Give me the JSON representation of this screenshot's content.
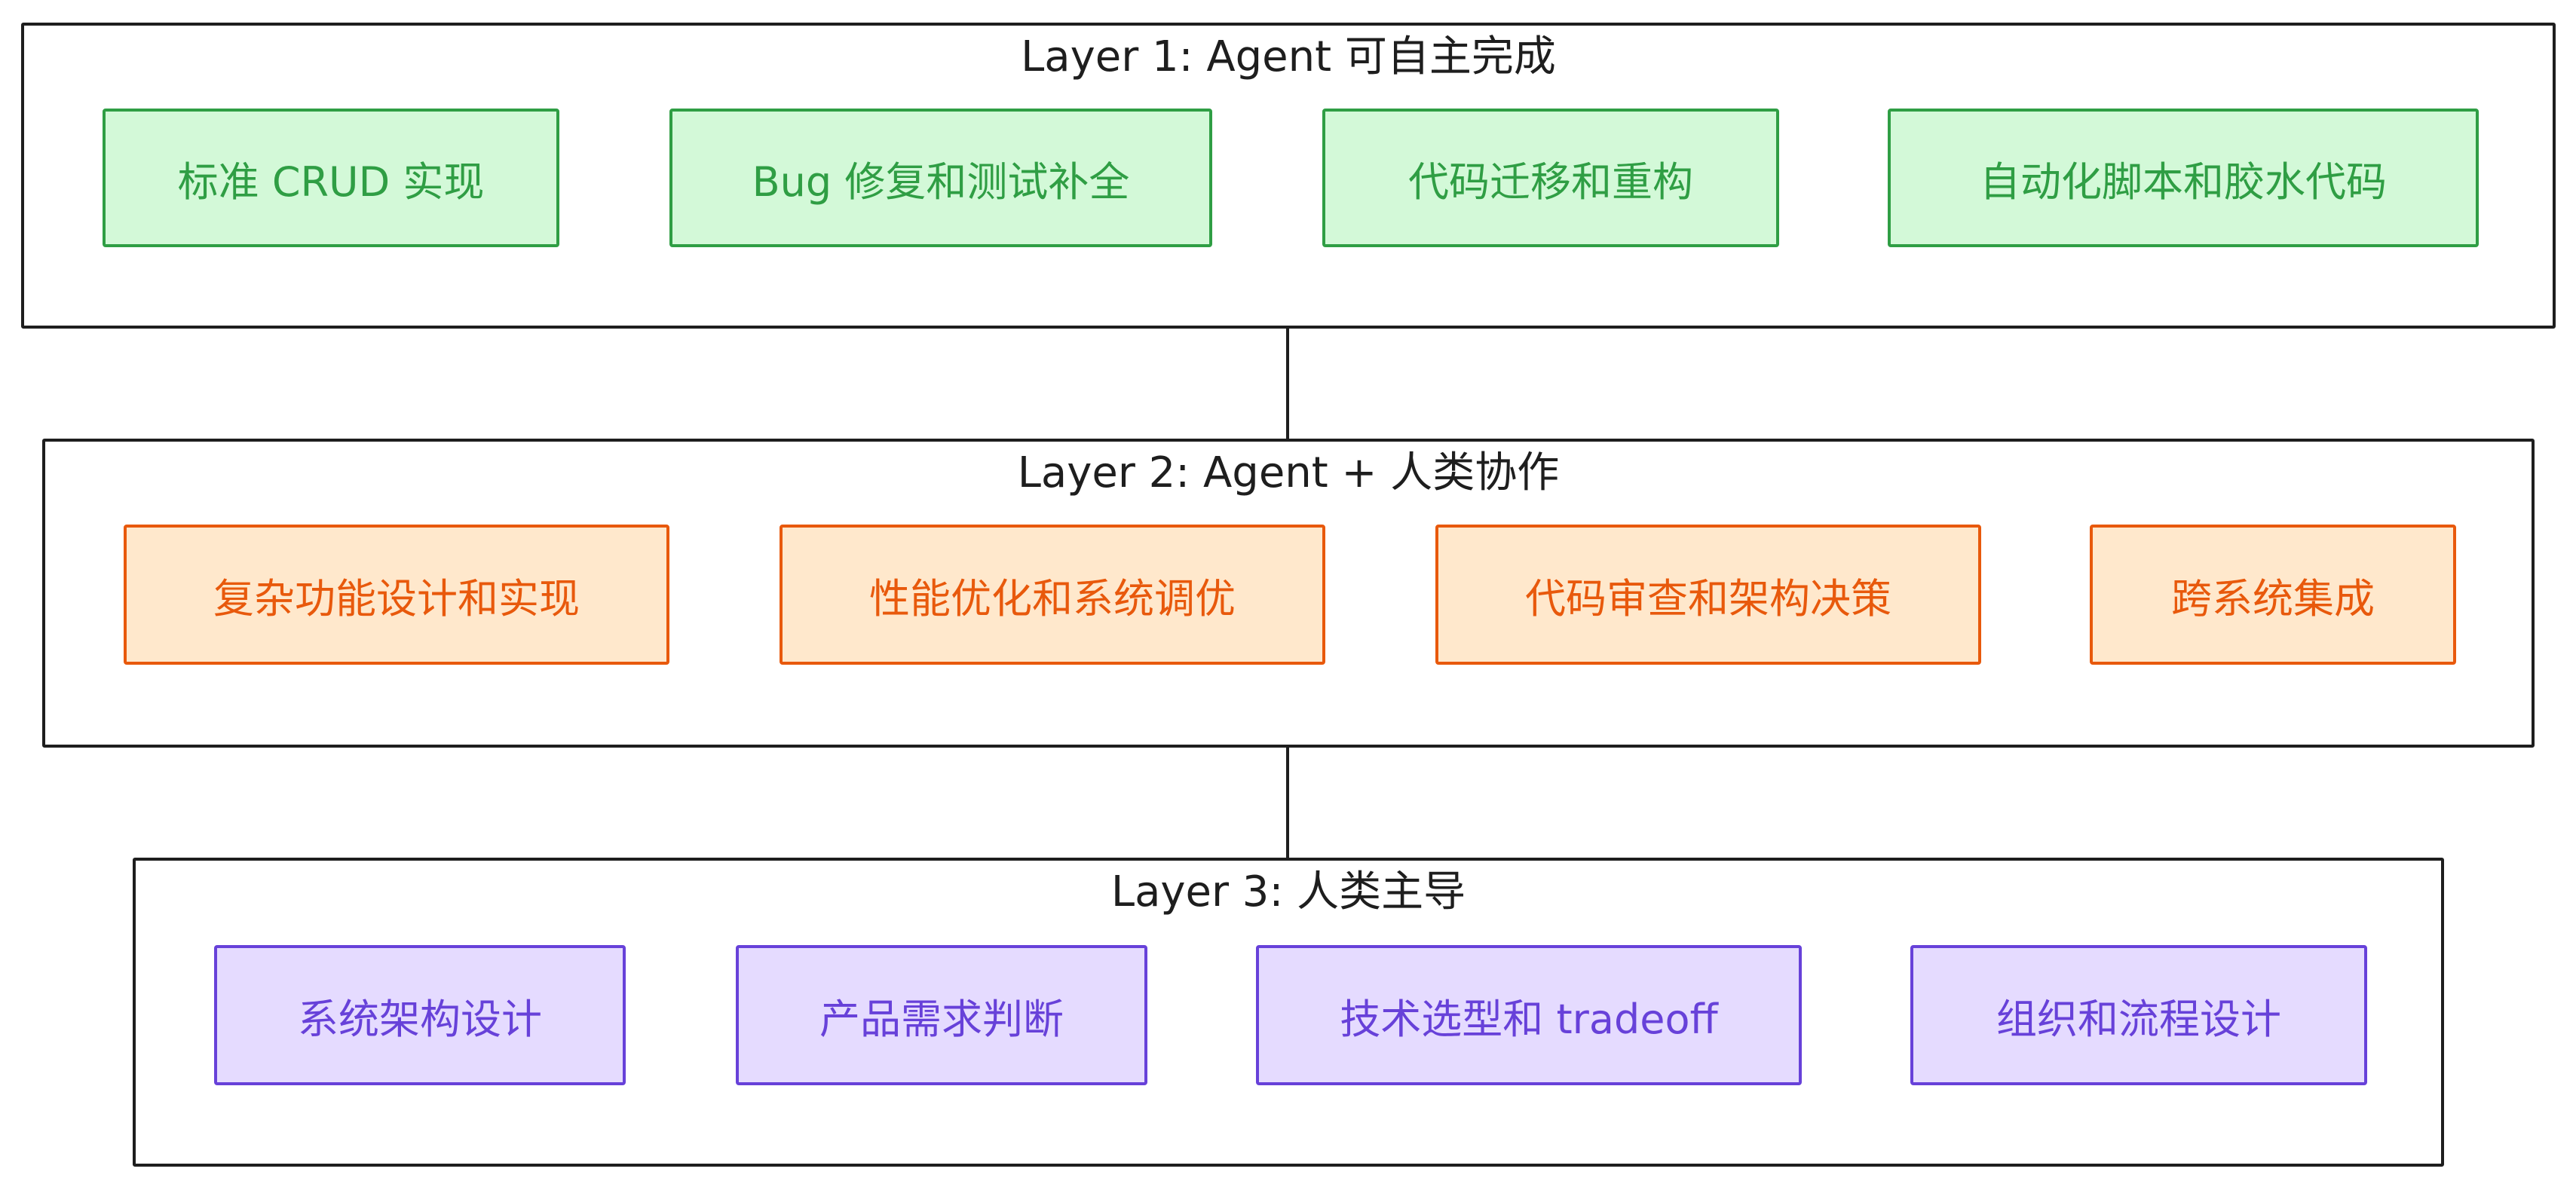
{
  "layers": [
    {
      "title": "Layer 1: Agent 可自主完成",
      "color": "#2f9e44",
      "fill": "#d3f9d8",
      "items": [
        "标准 CRUD 实现",
        "Bug 修复和测试补全",
        "代码迁移和重构",
        "自动化脚本和胶水代码"
      ]
    },
    {
      "title": "Layer 2: Agent + 人类协作",
      "color": "#e8590c",
      "fill": "#ffe8cc",
      "items": [
        "复杂功能设计和实现",
        "性能优化和系统调优",
        "代码审查和架构决策",
        "跨系统集成"
      ]
    },
    {
      "title": "Layer 3: 人类主导",
      "color": "#6741d9",
      "fill": "#e5dbff",
      "items": [
        "系统架构设计",
        "产品需求判断",
        "技术选型和 tradeoff",
        "组织和流程设计"
      ]
    }
  ]
}
